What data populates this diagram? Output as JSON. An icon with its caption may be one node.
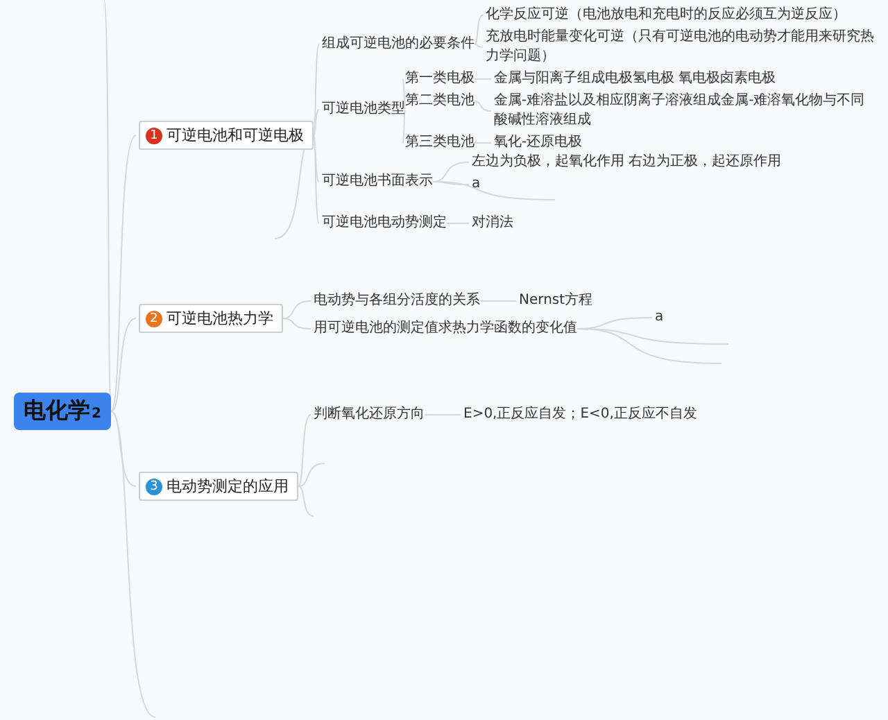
{
  "diagram": {
    "nodes": [
      {
        "text": [
          "电化学",
          "2"
        ]
      },
      {
        "text": [
          "1",
          "可逆电池和可逆电极"
        ]
      },
      {
        "text": [
          "组成可逆电池的必要条件"
        ]
      },
      {
        "text": [
          "化学反应可逆（电池放电和充电时的反应必须互为逆反应）"
        ]
      },
      {
        "text": [
          "充放电时能量变化可逆（只有可逆电池的电动势才能用来研究热力学问题）"
        ]
      },
      {
        "text": [
          "可逆电池类型"
        ]
      },
      {
        "text": [
          "第一类电极"
        ]
      },
      {
        "text": [
          "金属与阳离子组成电极氢电极 氧电极卤素电极"
        ]
      },
      {
        "text": [
          "第二类电池"
        ]
      },
      {
        "text": [
          "金属-难溶盐以及相应阴离子溶液组成金属-难溶氧化物与不同酸碱性溶液组成"
        ]
      },
      {
        "text": [
          "第三类电池"
        ]
      },
      {
        "text": [
          "氧化-还原电极"
        ]
      },
      {
        "text": [
          "可逆电池书面表示"
        ]
      },
      {
        "text": [
          "左边为负极，起氧化作用 右边为正极，起还原作用"
        ]
      },
      {
        "text": [
          "a"
        ]
      },
      {
        "text": [
          "可逆电池电动势测定"
        ]
      },
      {
        "text": [
          "对消法"
        ]
      },
      {
        "text": [
          "2",
          "可逆电池热力学"
        ]
      },
      {
        "text": [
          "电动势与各组分活度的关系"
        ]
      },
      {
        "text": [
          "Nernst方程"
        ]
      },
      {
        "text": [
          "用可逆电池的测定值求热力学函数的变化值"
        ]
      },
      {
        "text": [
          "a"
        ]
      },
      {
        "text": [
          "3",
          "电动势测定的应用"
        ]
      },
      {
        "text": [
          "判断氧化还原方向"
        ]
      },
      {
        "text": [
          "E>0,正反应自发；E<0,正反应不自发"
        ]
      }
    ],
    "edges": [
      {
        "from": 0,
        "to": 1,
        "arrow": "none"
      },
      {
        "from": 0,
        "to": 17,
        "arrow": "none"
      },
      {
        "from": 0,
        "to": 22,
        "arrow": "none"
      },
      {
        "from": 0,
        "to": null,
        "arrow": "none"
      },
      {
        "from": 0,
        "to": null,
        "arrow": "none"
      },
      {
        "from": 1,
        "to": 2,
        "arrow": "none"
      },
      {
        "from": 1,
        "to": 5,
        "arrow": "none"
      },
      {
        "from": 1,
        "to": 12,
        "arrow": "none"
      },
      {
        "from": 1,
        "to": 15,
        "arrow": "none"
      },
      {
        "from": 1,
        "to": null,
        "arrow": "none"
      },
      {
        "from": 2,
        "to": 3,
        "arrow": "none"
      },
      {
        "from": 2,
        "to": 4,
        "arrow": "none"
      },
      {
        "from": 5,
        "to": 6,
        "arrow": "none"
      },
      {
        "from": 5,
        "to": 8,
        "arrow": "none"
      },
      {
        "from": 5,
        "to": 10,
        "arrow": "none"
      },
      {
        "from": 6,
        "to": 7,
        "arrow": "none"
      },
      {
        "from": 8,
        "to": 9,
        "arrow": "none"
      },
      {
        "from": 10,
        "to": 11,
        "arrow": "none"
      },
      {
        "from": 12,
        "to": 13,
        "arrow": "none"
      },
      {
        "from": 12,
        "to": 14,
        "arrow": "none"
      },
      {
        "from": 12,
        "to": null,
        "arrow": "none"
      },
      {
        "from": 15,
        "to": 16,
        "arrow": "none"
      },
      {
        "from": 17,
        "to": 18,
        "arrow": "none"
      },
      {
        "from": 17,
        "to": 20,
        "arrow": "none"
      },
      {
        "from": 18,
        "to": 19,
        "arrow": "none"
      },
      {
        "from": 20,
        "to": 21,
        "arrow": "none"
      },
      {
        "from": 20,
        "to": null,
        "arrow": "none"
      },
      {
        "from": 20,
        "to": null,
        "arrow": "none"
      },
      {
        "from": 22,
        "to": 23,
        "arrow": "none"
      },
      {
        "from": 22,
        "to": null,
        "arrow": "none"
      },
      {
        "from": 22,
        "to": null,
        "arrow": "none"
      },
      {
        "from": 23,
        "to": 24,
        "arrow": "none"
      }
    ]
  }
}
